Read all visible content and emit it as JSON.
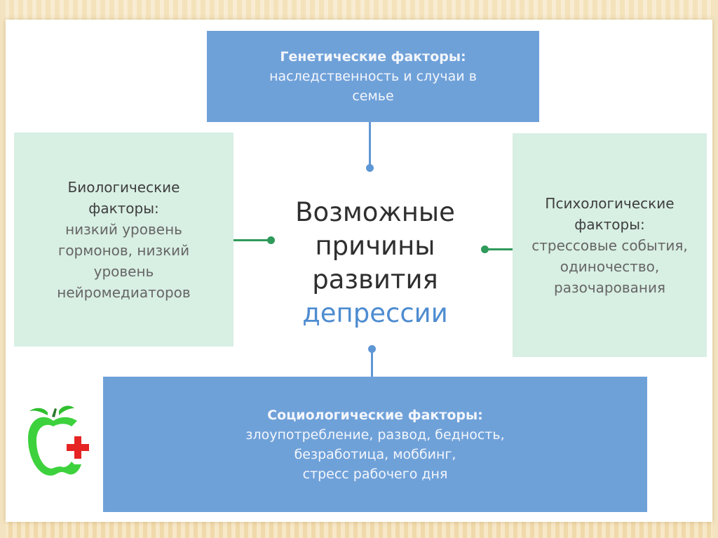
{
  "center": {
    "line1": "Возможные",
    "line2": "причины",
    "line3": "развития",
    "line4": "депрессии"
  },
  "genetic": {
    "title": "Генетические факторы:",
    "desc": "наследственность и случаи в\nсемье"
  },
  "biological": {
    "title": "Биологические\nфакторы:",
    "desc": "низкий уровень гормонов, низкий уровень нейромедиаторов"
  },
  "psychological": {
    "title": "Психологические\nфакторы:",
    "desc": "стрессовые события, одиночество, разочарования"
  },
  "sociological": {
    "title": "Социологические факторы:",
    "desc": "злоупотребление, развод, бедность,\nбезработица, моббинг,\nстресс рабочего дня"
  },
  "colors": {
    "blue_box": "#6fa1d9",
    "green_box": "#d8efe3",
    "blue_connector": "#5e97d6",
    "green_connector": "#2f9a5a",
    "accent_text": "#4e8cd0"
  },
  "icons": {
    "logo": "apple-medical-cross-logo"
  }
}
